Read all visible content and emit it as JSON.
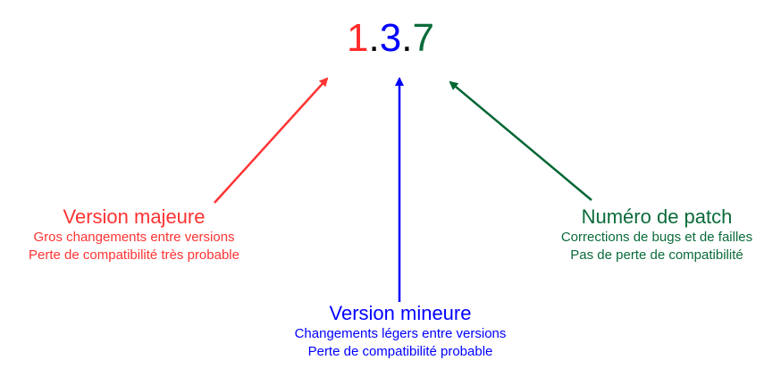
{
  "version": {
    "major": "1",
    "sep1": ".",
    "minor": "3",
    "sep2": ".",
    "patch": "7"
  },
  "colors": {
    "major": "#ff3333",
    "minor": "#0000ff",
    "patch": "#006633",
    "separator": "#000000"
  },
  "labels": {
    "major": {
      "title": "Version majeure",
      "line1": "Gros changements entre versions",
      "line2": "Perte de compatibilité très probable"
    },
    "minor": {
      "title": "Version mineure",
      "line1": "Changements légers entre versions",
      "line2": "Perte de compatibilité probable"
    },
    "patch": {
      "title": "Numéro de patch",
      "line1": "Corrections de bugs et de failles",
      "line2": "Pas de perte de compatibilité"
    }
  }
}
